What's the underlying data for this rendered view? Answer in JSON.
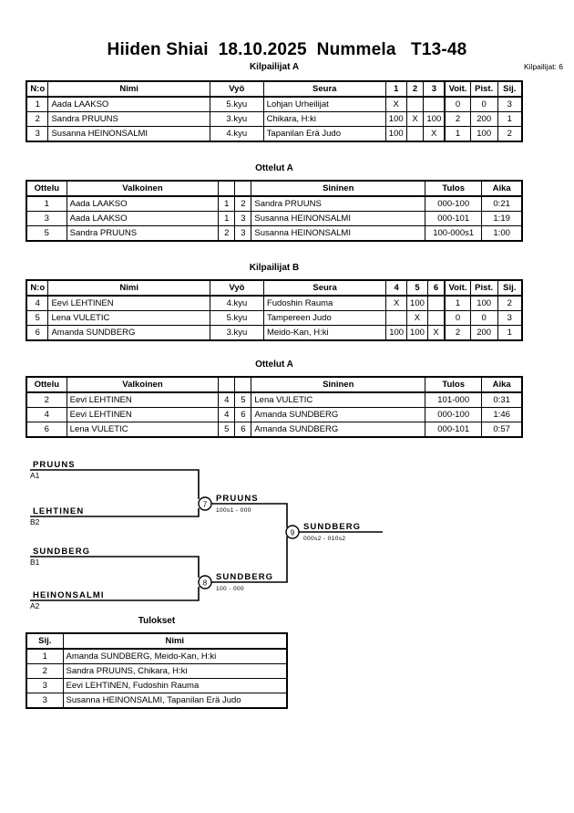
{
  "header": {
    "title": "Hiiden Shiai  18.10.2025  Nummela   T13-48",
    "entrants_label": "Kilpailijat: 6"
  },
  "pool_a": {
    "section_title": "Kilpailijat A",
    "columns": [
      "N:o",
      "Nimi",
      "Vyö",
      "Seura",
      "1",
      "2",
      "3",
      "Voit.",
      "Pist.",
      "Sij."
    ],
    "rows": [
      {
        "no": "1",
        "nimi": "Aada LAAKSO",
        "vyo": "5.kyu",
        "seura": "Lohjan Urheilijat",
        "m1": "X",
        "m2": "",
        "m3": "",
        "voit": "0",
        "pist": "0",
        "sij": "3"
      },
      {
        "no": "2",
        "nimi": "Sandra PRUUNS",
        "vyo": "3.kyu",
        "seura": "Chikara, H:ki",
        "m1": "100",
        "m2": "X",
        "m3": "100",
        "voit": "2",
        "pist": "200",
        "sij": "1"
      },
      {
        "no": "3",
        "nimi": "Susanna HEINONSALMI",
        "vyo": "4.kyu",
        "seura": "Tapanilan Erä Judo",
        "m1": "100",
        "m2": "",
        "m3": "X",
        "voit": "1",
        "pist": "100",
        "sij": "2"
      }
    ]
  },
  "matches_a": {
    "section_title": "Ottelut A",
    "columns": [
      "Ottelu",
      "Valkoinen",
      "",
      "",
      "Sininen",
      "Tulos",
      "Aika"
    ],
    "rows": [
      {
        "ottelu": "1",
        "valkoinen": "Aada LAAKSO",
        "valk_bold": false,
        "n1": "1",
        "n2": "2",
        "sininen": "Sandra PRUUNS",
        "sin_bold": true,
        "tulos": "000-100",
        "aika": "0:21"
      },
      {
        "ottelu": "3",
        "valkoinen": "Aada LAAKSO",
        "valk_bold": false,
        "n1": "1",
        "n2": "3",
        "sininen": "Susanna HEINONSALMI",
        "sin_bold": true,
        "tulos": "000-101",
        "aika": "1:19"
      },
      {
        "ottelu": "5",
        "valkoinen": "Sandra PRUUNS",
        "valk_bold": true,
        "n1": "2",
        "n2": "3",
        "sininen": "Susanna HEINONSALMI",
        "sin_bold": false,
        "tulos": "100-000s1",
        "aika": "1:00"
      }
    ]
  },
  "pool_b": {
    "section_title": "Kilpailijat B",
    "columns": [
      "N:o",
      "Nimi",
      "Vyö",
      "Seura",
      "4",
      "5",
      "6",
      "Voit.",
      "Pist.",
      "Sij."
    ],
    "rows": [
      {
        "no": "4",
        "nimi": "Eevi LEHTINEN",
        "vyo": "4.kyu",
        "seura": "Fudoshin Rauma",
        "m1": "X",
        "m2": "100",
        "m3": "",
        "voit": "1",
        "pist": "100",
        "sij": "2"
      },
      {
        "no": "5",
        "nimi": "Lena VULETIC",
        "vyo": "5.kyu",
        "seura": "Tampereen Judo",
        "m1": "",
        "m2": "X",
        "m3": "",
        "voit": "0",
        "pist": "0",
        "sij": "3"
      },
      {
        "no": "6",
        "nimi": "Amanda SUNDBERG",
        "vyo": "3.kyu",
        "seura": "Meido-Kan, H:ki",
        "m1": "100",
        "m2": "100",
        "m3": "X",
        "voit": "2",
        "pist": "200",
        "sij": "1"
      }
    ]
  },
  "matches_b": {
    "section_title": "Ottelut A",
    "columns": [
      "Ottelu",
      "Valkoinen",
      "",
      "",
      "Sininen",
      "Tulos",
      "Aika"
    ],
    "rows": [
      {
        "ottelu": "2",
        "valkoinen": "Eevi LEHTINEN",
        "valk_bold": true,
        "n1": "4",
        "n2": "5",
        "sininen": "Lena VULETIC",
        "sin_bold": false,
        "tulos": "101-000",
        "aika": "0:31"
      },
      {
        "ottelu": "4",
        "valkoinen": "Eevi LEHTINEN",
        "valk_bold": false,
        "n1": "4",
        "n2": "6",
        "sininen": "Amanda SUNDBERG",
        "sin_bold": true,
        "tulos": "000-100",
        "aika": "1:46"
      },
      {
        "ottelu": "6",
        "valkoinen": "Lena VULETIC",
        "valk_bold": false,
        "n1": "5",
        "n2": "6",
        "sininen": "Amanda SUNDBERG",
        "sin_bold": true,
        "tulos": "000-101",
        "aika": "0:57"
      }
    ]
  },
  "bracket": {
    "entries": [
      {
        "name": "PRUUNS",
        "seed": "A1"
      },
      {
        "name": "LEHTINEN",
        "seed": "B2"
      },
      {
        "name": "SUNDBERG",
        "seed": "B1"
      },
      {
        "name": "HEINONSALMI",
        "seed": "A2"
      }
    ],
    "nodes": [
      {
        "number": "7",
        "winner": "PRUUNS",
        "score": "100s1 - 000"
      },
      {
        "number": "8",
        "winner": "SUNDBERG",
        "score": "100 - 000"
      },
      {
        "number": "9",
        "winner": "SUNDBERG",
        "score": "000s2 - 010s2"
      }
    ]
  },
  "results": {
    "section_title": "Tulokset",
    "columns": [
      "Sij.",
      "Nimi"
    ],
    "rows": [
      {
        "sij": "1",
        "nimi": "Amanda SUNDBERG, Meido-Kan, H:ki"
      },
      {
        "sij": "2",
        "nimi": "Sandra PRUUNS, Chikara, H:ki"
      },
      {
        "sij": "3",
        "nimi": "Eevi LEHTINEN, Fudoshin Rauma"
      },
      {
        "sij": "3",
        "nimi": "Susanna HEINONSALMI, Tapanilan Erä Judo"
      }
    ]
  }
}
